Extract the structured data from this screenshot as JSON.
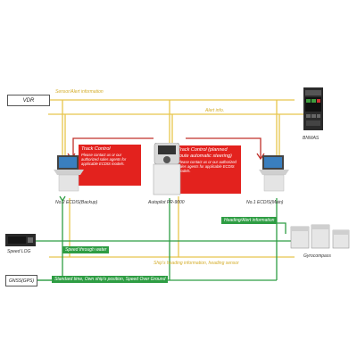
{
  "boxes": {
    "vdr": "VDR",
    "gnss": "GNSS(GPS)"
  },
  "signals": {
    "sensor_alert_info": "Sensor/Alert information",
    "alert_info": "Alert info.",
    "heading_alert_info": "Heading/Alert information",
    "speed_through_water": "Speed through water",
    "heading_info": "Ship's heading information, heading sensor",
    "standard_time": "Standard time, Own ship's position, Speed Over Ground"
  },
  "track_left": {
    "title": "Track Control",
    "note": "Please contact us or our authorized sales agents for applicable ECDIS models."
  },
  "track_right": {
    "title": "Track Control (planned route automatic steering)",
    "note": "Please contact us or our authorized sales agents for applicable ECDIS models."
  },
  "devices": {
    "ecdis_backup": "No.2 ECDIS(Backup)",
    "autopilot": "Autopilot PR-9000",
    "ecdis_main": "No.1 ECDIS(Main)",
    "bnwas": "BNWAS",
    "speed_log": "Speed LOG",
    "gyrocompass": "Gyrocompass"
  },
  "colors": {
    "yellow_line": "#e8c54c",
    "green_line": "#2e9d43",
    "red_line": "#c0302a",
    "red_box": "#e3221e"
  }
}
